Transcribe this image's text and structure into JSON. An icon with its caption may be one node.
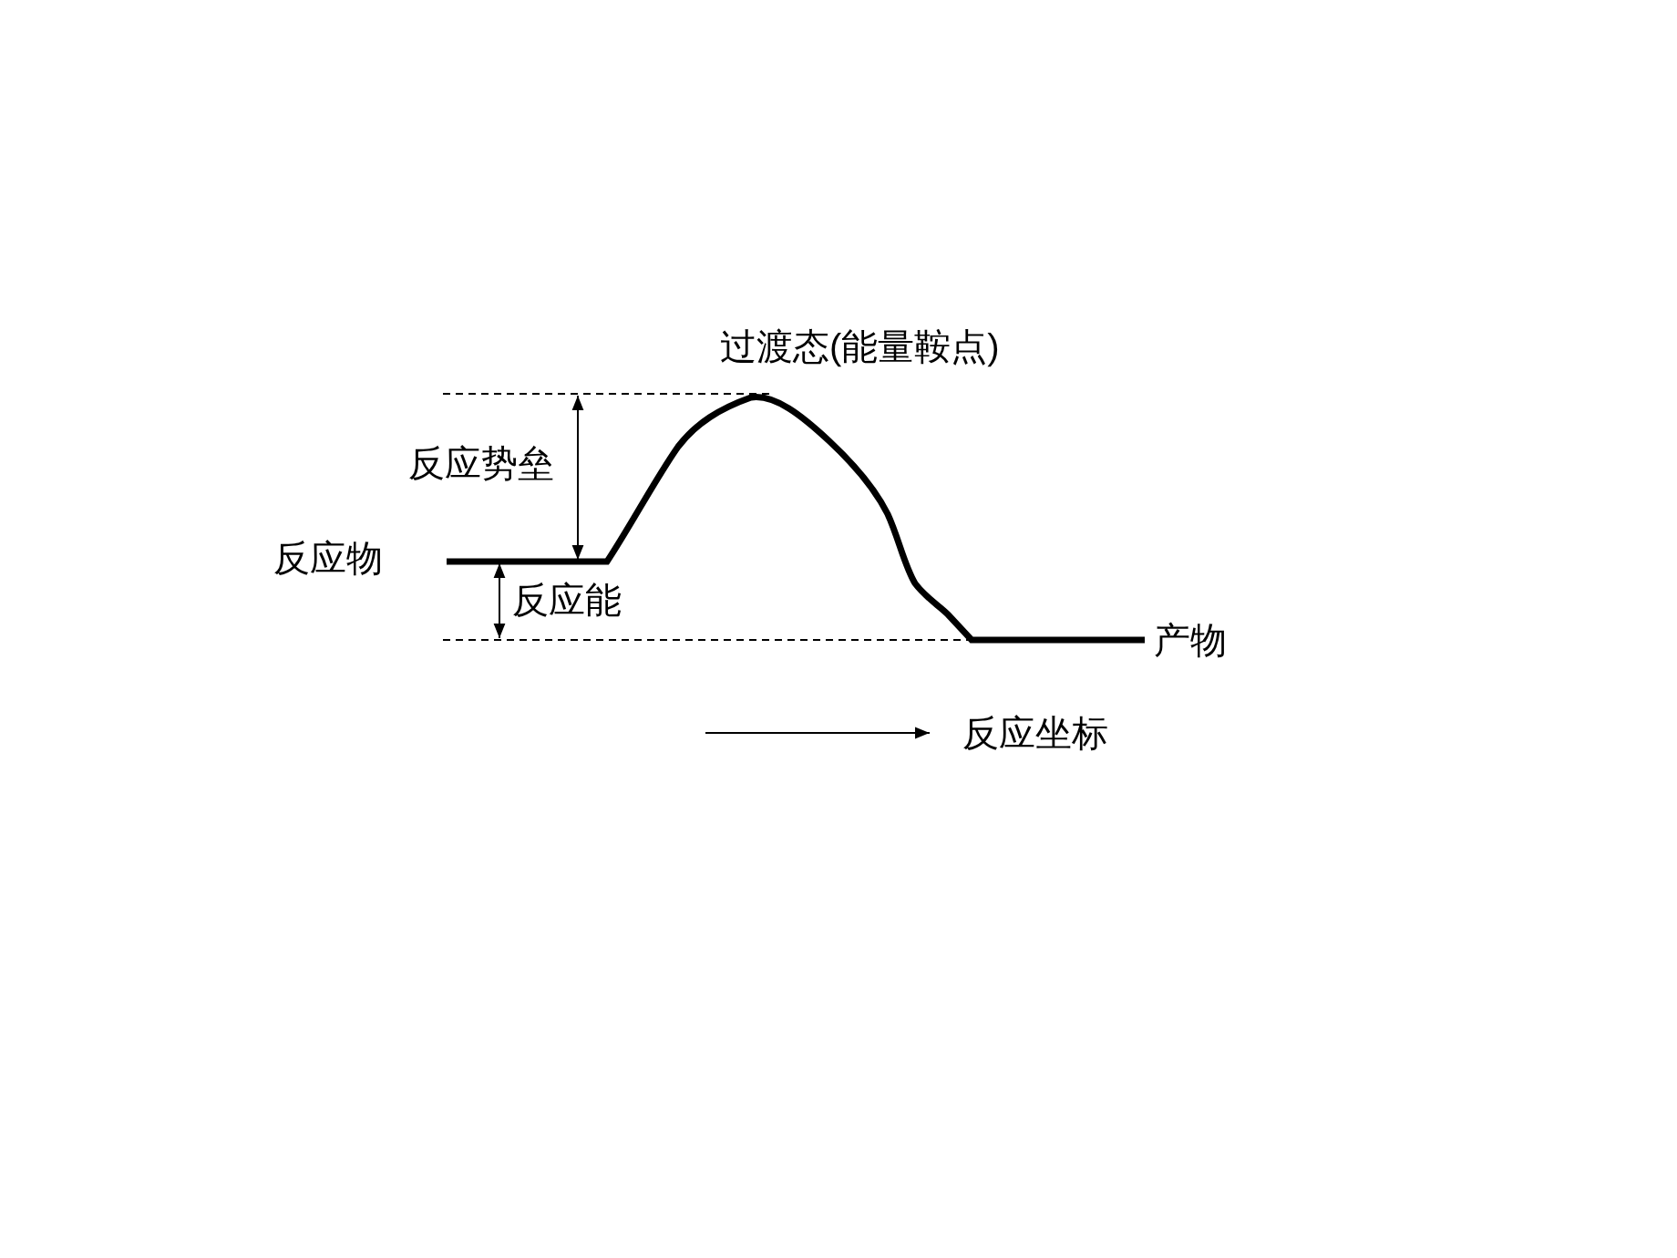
{
  "diagram": {
    "labels": [
      "过渡态(能量鞍点)",
      "反应势垒",
      "反应物",
      "反应能",
      "产物",
      "反应坐标"
    ]
  }
}
